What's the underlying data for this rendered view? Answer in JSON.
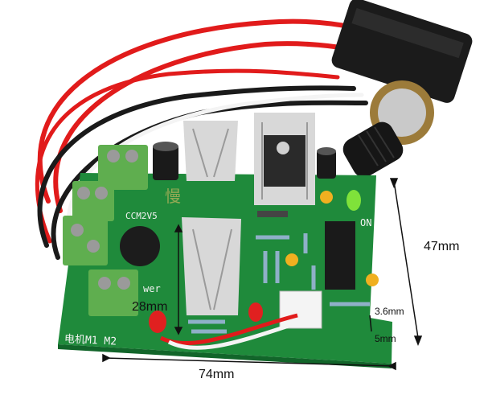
{
  "photo": {
    "subject": "pcb-motor-speed-controller",
    "colors": {
      "pcb": "#1f8a3b",
      "pcb_dark": "#12652a",
      "terminal": "#5fae4f",
      "wire_red": "#e11b1b",
      "wire_black": "#1a1a1a",
      "wire_white": "#f4f4f4",
      "heatsink": "#d8d8d8",
      "led_red": "#e02020",
      "led_green": "#7fe23a",
      "cap_yellow": "#f0b020"
    }
  },
  "dimensions": {
    "height_label": "47mm",
    "width_label": "74mm",
    "heatsink_label": "28mm",
    "hole_offset_label": "3.6mm",
    "hole_margin_label": "5mm"
  },
  "silkscreen": {
    "model": "CCM2V5",
    "motor_label": "电机M1 M2",
    "power_fragment": "wer",
    "on_label": "ON",
    "watermark": "慢"
  }
}
